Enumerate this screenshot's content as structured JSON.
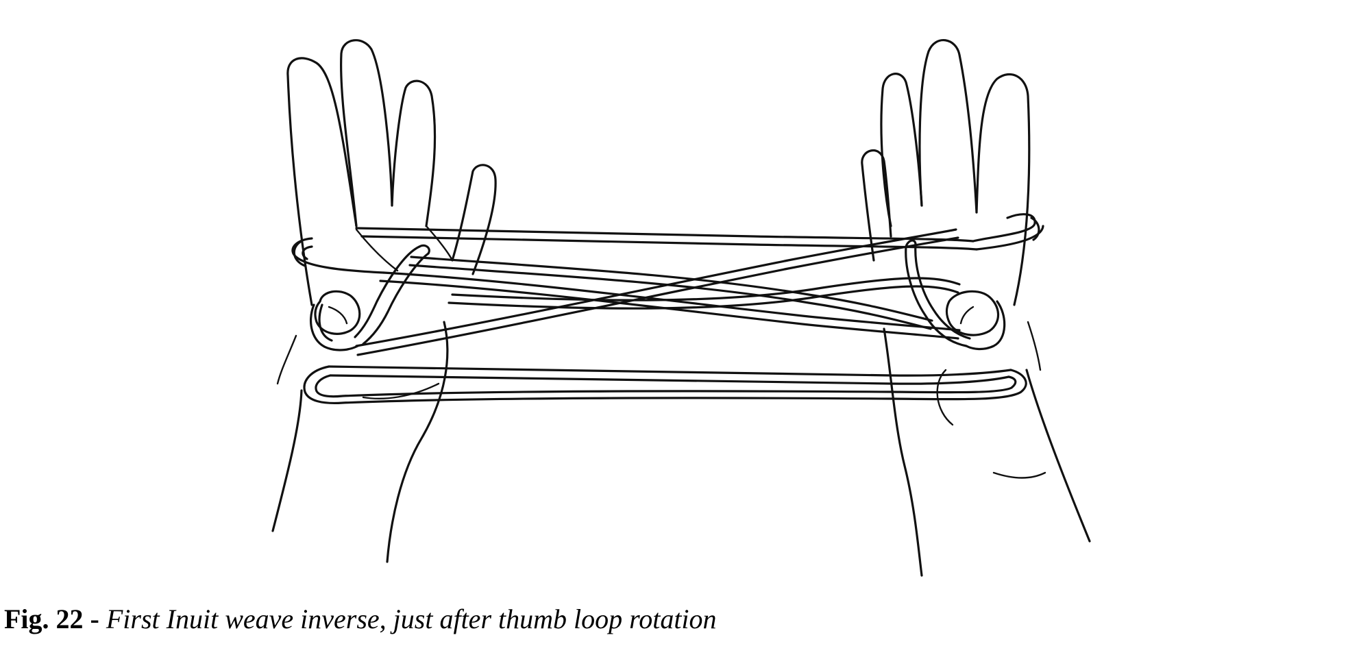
{
  "figure": {
    "label": "Fig. 22",
    "separator": " - ",
    "caption": "First Inuit weave inverse, just after thumb loop rotation"
  },
  "colors": {
    "ink": "#111111",
    "paper": "#ffffff"
  },
  "parts": [
    "left-hand",
    "right-hand",
    "left-thumb-loop",
    "right-thumb-loop",
    "crossing-strings",
    "near-string",
    "far-string"
  ]
}
